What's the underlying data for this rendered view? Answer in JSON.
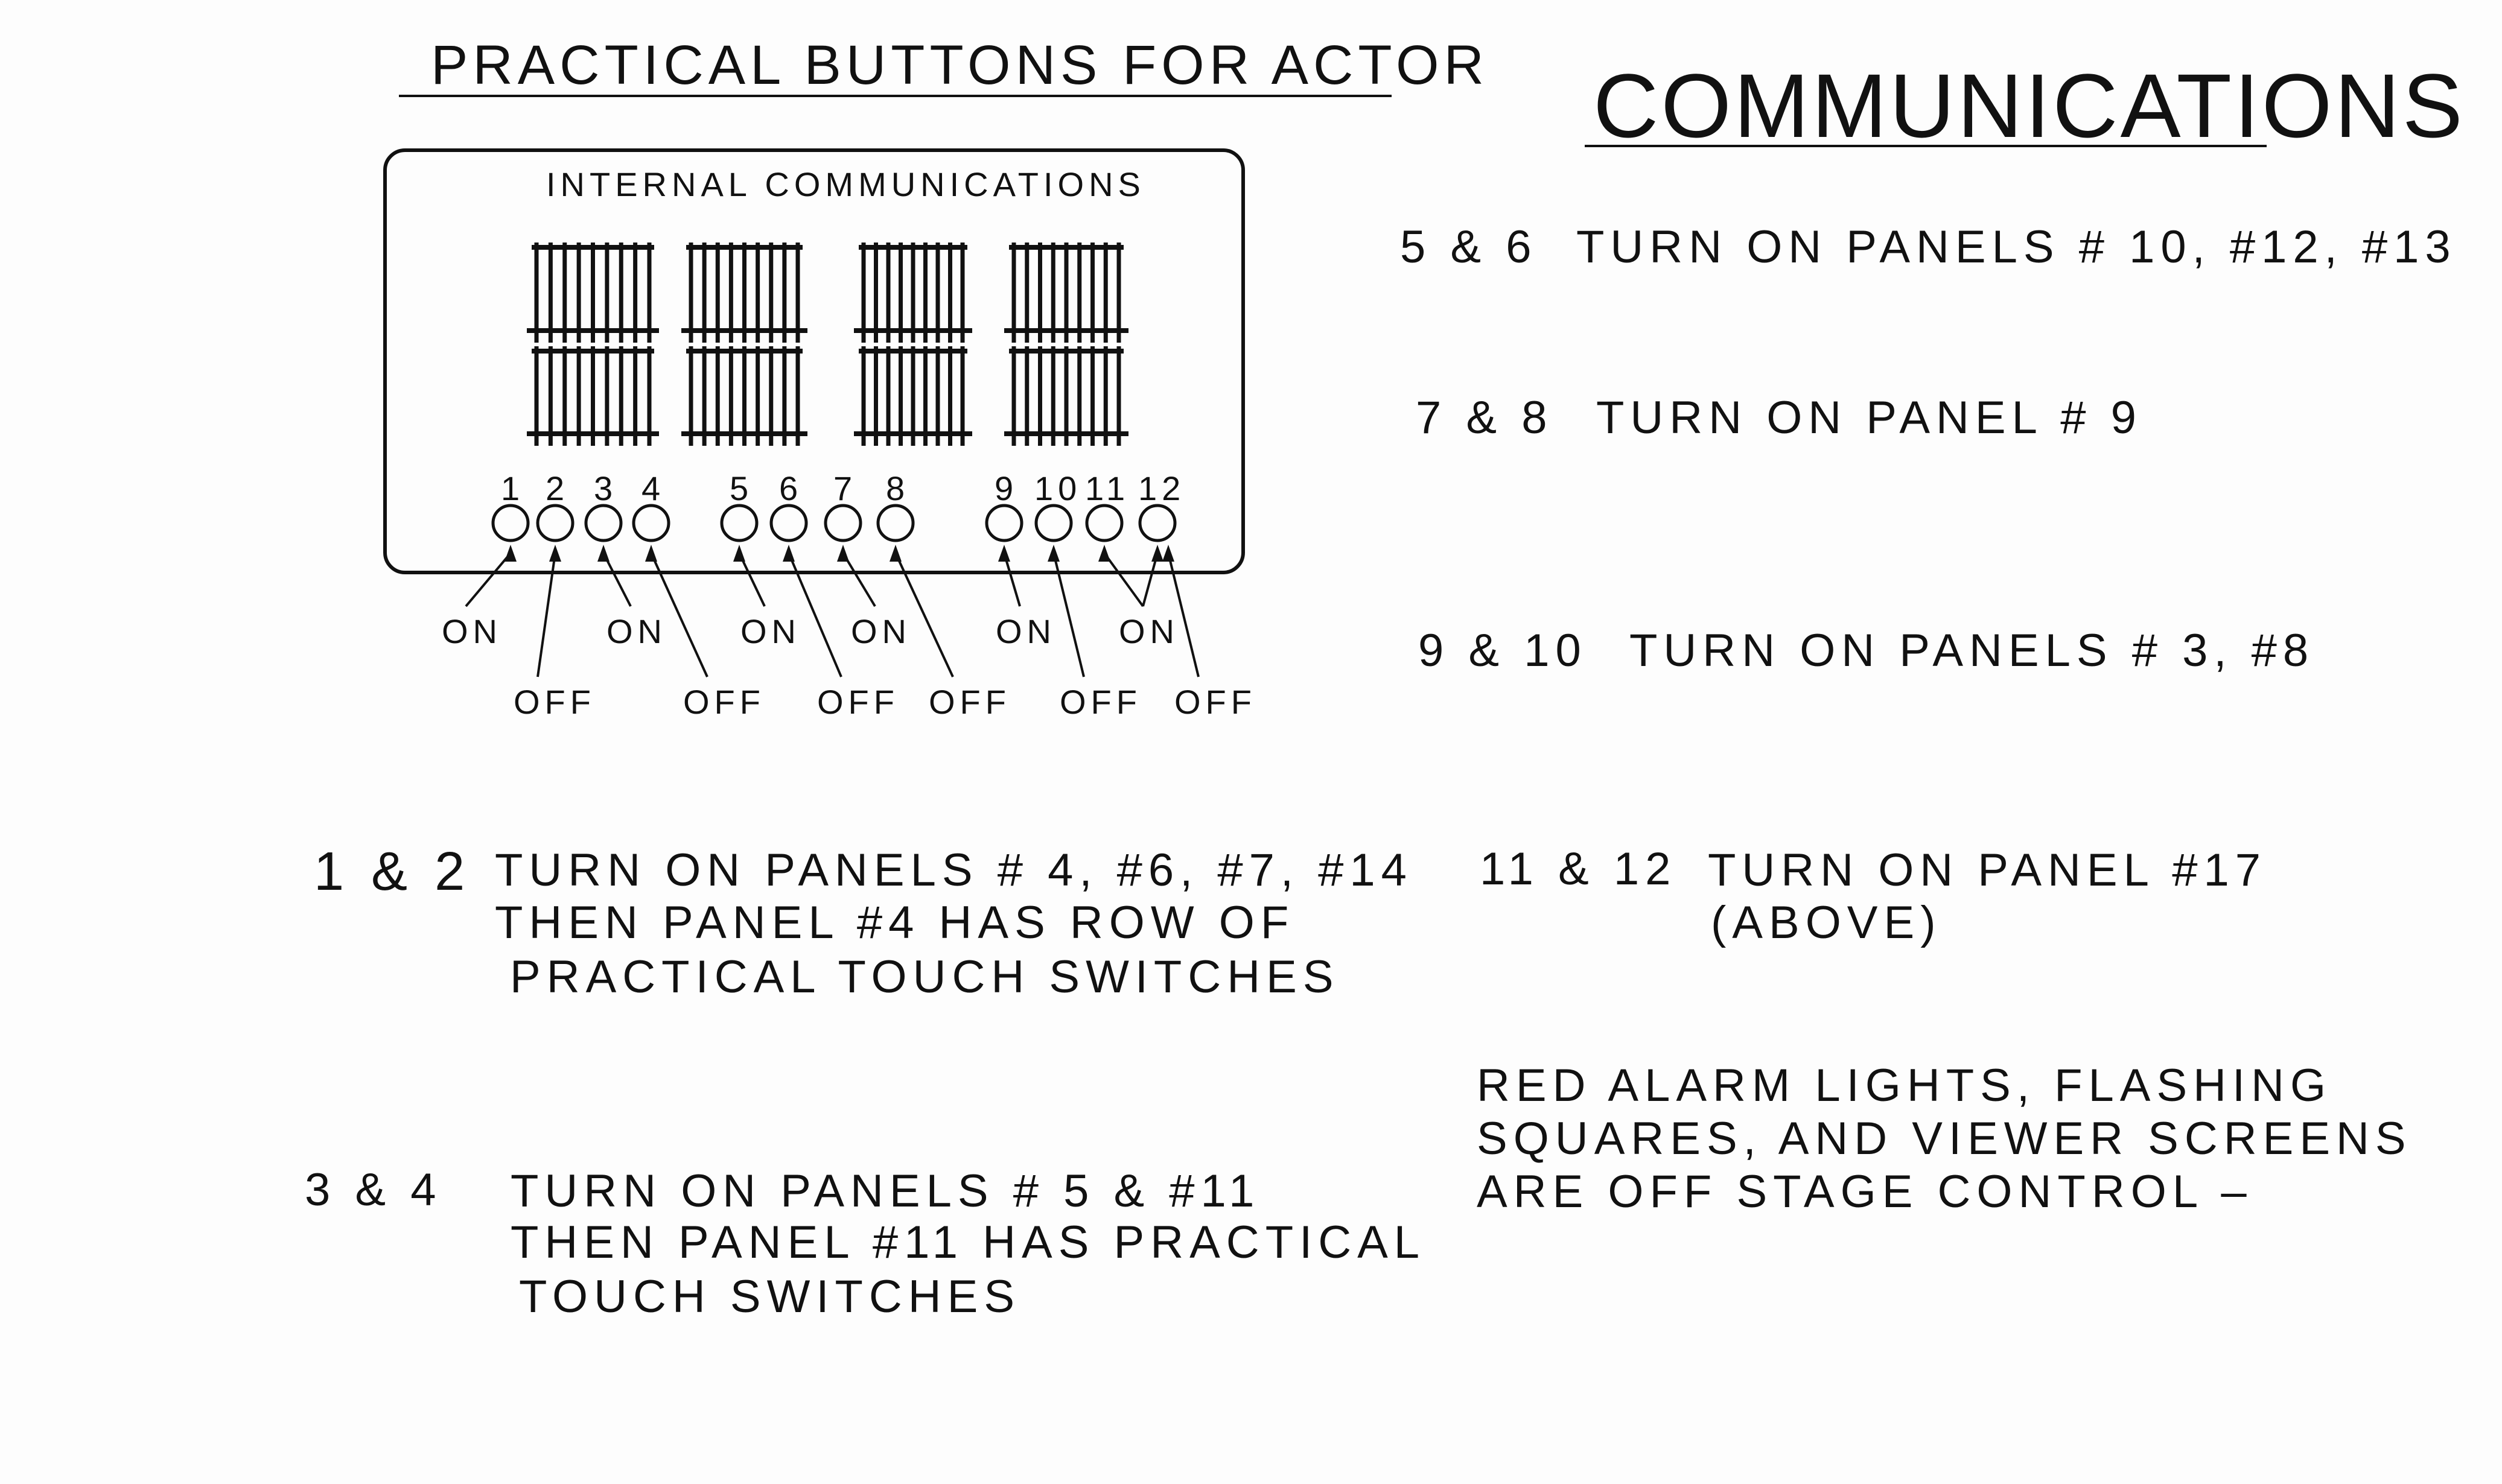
{
  "left_title": "PRACTICAL BUTTONS FOR ACTOR",
  "right_title": "COMMUNICATIONS",
  "panel": {
    "label": "INTERNAL COMMUNICATIONS",
    "screens": 8,
    "buttons": [
      "1",
      "2",
      "3",
      "4",
      "5",
      "6",
      "7",
      "8",
      "9",
      "10",
      "11",
      "12"
    ],
    "on_labels": [
      {
        "text": "ON",
        "targets": [
          1
        ]
      },
      {
        "text": "ON",
        "targets": [
          3
        ]
      },
      {
        "text": "ON",
        "targets": [
          5
        ]
      },
      {
        "text": "ON",
        "targets": [
          7
        ]
      },
      {
        "text": "ON",
        "targets": [
          9
        ]
      },
      {
        "text": "ON",
        "targets": [
          11,
          12
        ]
      }
    ],
    "off_labels": [
      {
        "text": "OFF",
        "targets": [
          2
        ]
      },
      {
        "text": "OFF",
        "targets": [
          4
        ]
      },
      {
        "text": "OFF",
        "targets": [
          6
        ]
      },
      {
        "text": "OFF",
        "targets": [
          8
        ]
      },
      {
        "text": "OFF",
        "targets": [
          10
        ]
      },
      {
        "text": "OFF",
        "targets": [
          12
        ]
      }
    ]
  },
  "left_notes": [
    {
      "pair": "1 & 2",
      "lines": [
        "TURN ON PANELS # 4, #6, #7, #14",
        "THEN PANEL #4 HAS ROW OF",
        "PRACTICAL TOUCH SWITCHES"
      ]
    },
    {
      "pair": "3 & 4",
      "lines": [
        "TURN ON PANELS # 5 & #11",
        "THEN PANEL #11 HAS PRACTICAL",
        "TOUCH SWITCHES"
      ]
    }
  ],
  "right_notes": [
    {
      "pair": "5 & 6",
      "lines": [
        "TURN ON PANELS # 10, #12, #13"
      ]
    },
    {
      "pair": "7 & 8",
      "lines": [
        "TURN ON PANEL # 9"
      ]
    },
    {
      "pair": "9 & 10",
      "lines": [
        "TURN ON PANELS # 3, #8"
      ]
    },
    {
      "pair": "11 & 12",
      "lines": [
        "TURN ON PANEL #17",
        "(ABOVE)"
      ]
    }
  ],
  "footer_note": [
    "RED ALARM LIGHTS, FLASHING",
    "SQUARES, AND VIEWER SCREENS",
    "ARE OFF STAGE CONTROL –"
  ]
}
